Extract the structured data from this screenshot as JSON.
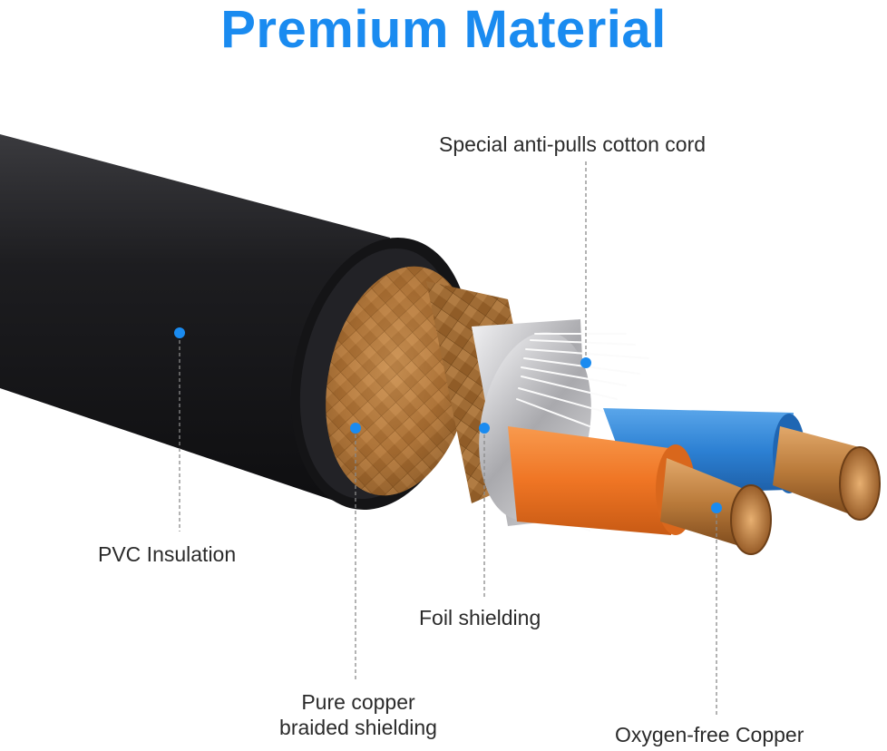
{
  "title": "Premium Material",
  "accent_color": "#1a8bf0",
  "labels": {
    "cotton_cord": "Special anti-pulls cotton cord",
    "pvc": "PVC Insulation",
    "foil": "Foil shielding",
    "braid_line1": "Pure copper",
    "braid_line2": "braided shielding",
    "copper": "Oxygen-free Copper"
  },
  "colors": {
    "jacket": "#1b1b1d",
    "braid": "#b07a3c",
    "foil": "#c9c9cc",
    "orange_wire": "#f07a2a",
    "blue_wire": "#2f86d8",
    "copper_core": "#c8894a",
    "cotton": "#f4f4f4"
  }
}
